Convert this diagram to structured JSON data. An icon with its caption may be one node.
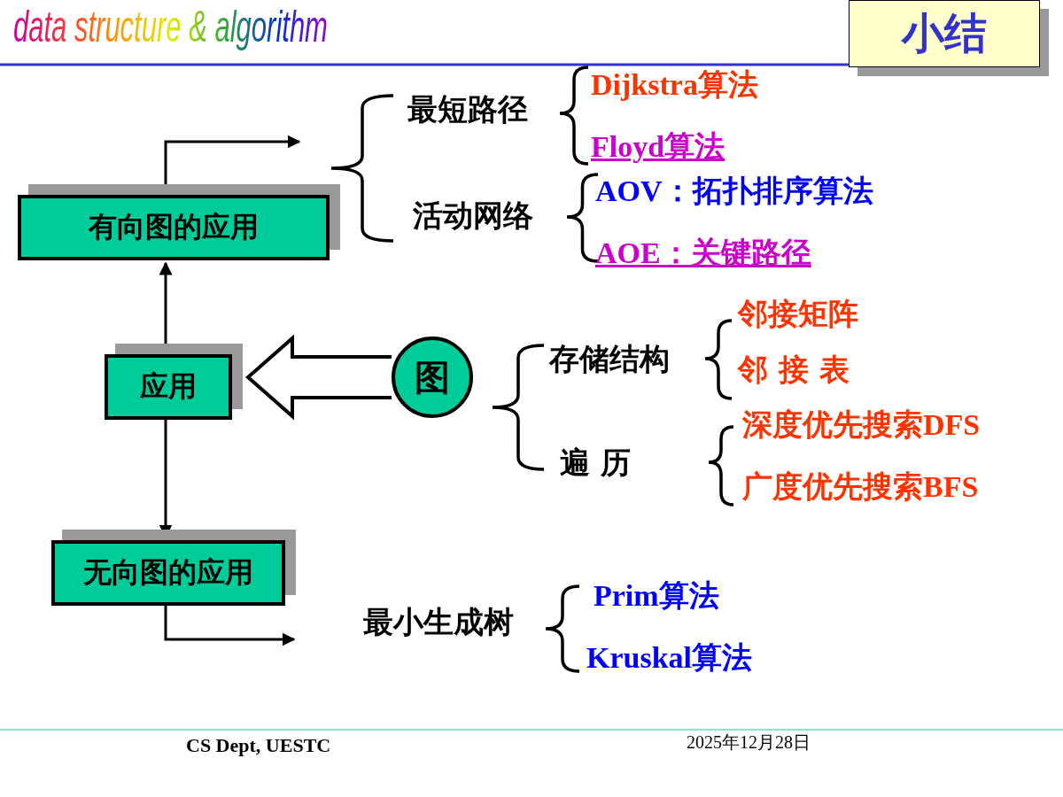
{
  "diagram": {
    "title": "小结",
    "nodes": [
      {
        "text": [
          "有向图的应用"
        ]
      },
      {
        "text": [
          "应用"
        ]
      },
      {
        "text": [
          "无向图的应用"
        ]
      },
      {
        "text": [
          "图"
        ]
      }
    ],
    "edges": [
      {
        "from": 1,
        "to": 0,
        "arrow": "to"
      },
      {
        "from": 1,
        "to": 2,
        "arrow": "to"
      },
      {
        "from": 3,
        "to": 1,
        "arrow": "to"
      },
      {
        "from": 0,
        "to": null,
        "arrow": "to"
      },
      {
        "from": 2,
        "to": null,
        "arrow": "to"
      }
    ],
    "labels": [
      "data structure & algorithm",
      "最短路径",
      "Dijkstra算法",
      "Floyd算法",
      "活动网络",
      "AOV：拓扑排序算法",
      "AOE：关键路径",
      "存储结构",
      "邻接矩阵",
      "邻 接 表",
      "遍 历",
      "深度优先搜索DFS",
      "广度优先搜索BFS",
      "最小生成树",
      "Prim算法",
      "Kruskal算法",
      "CS Dept, UESTC",
      "2025年12月28日"
    ]
  }
}
